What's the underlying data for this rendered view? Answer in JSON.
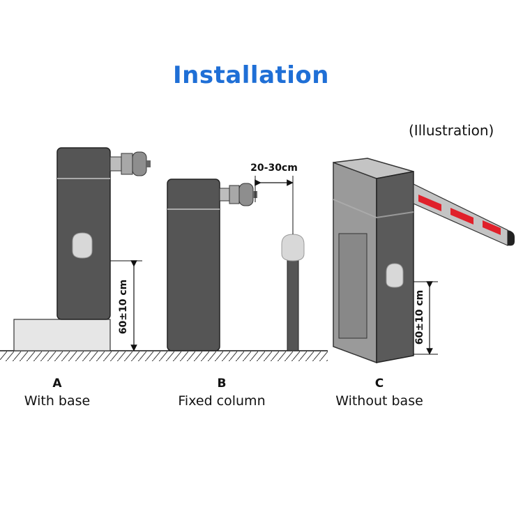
{
  "title": "Installation",
  "subtitle": "(Illustration)",
  "dimensions": {
    "height_a": "60±10 cm",
    "distance_b": "20-30cm",
    "height_c": "60±10 cm"
  },
  "variants": [
    {
      "letter": "A",
      "label": "With base"
    },
    {
      "letter": "B",
      "label": "Fixed column"
    },
    {
      "letter": "C",
      "label": "Without base"
    }
  ],
  "colors": {
    "title": "#1f6fd6",
    "cabinet_dark": "#555555",
    "cabinet_light": "#9a9a9a",
    "boom_red": "#e0202a",
    "boom_gray": "#c4c4c4"
  }
}
